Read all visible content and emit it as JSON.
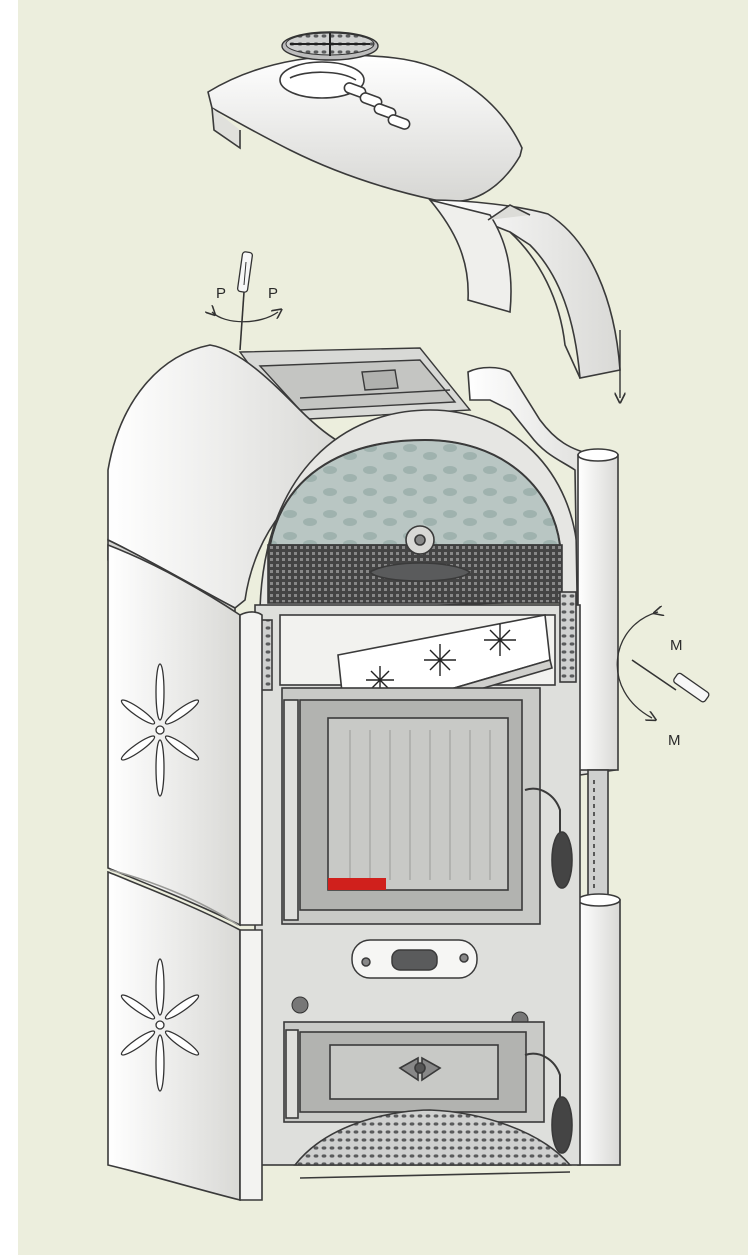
{
  "labels": {
    "p_left": "P",
    "p_right": "P",
    "m_top": "M",
    "m_bottom": "M"
  },
  "colors": {
    "background": "#eceedd",
    "body": "#f4f4f2",
    "outline": "#3a3a3a",
    "metal": "#cfd0cf",
    "dark_metal": "#5a5b5c",
    "glass": "#b8c7c4",
    "accent_red": "#d0201c"
  },
  "icons": [
    "screwdriver-icon",
    "rotate-arrow-icon",
    "star-flower-decoration",
    "down-arrow-icon"
  ]
}
